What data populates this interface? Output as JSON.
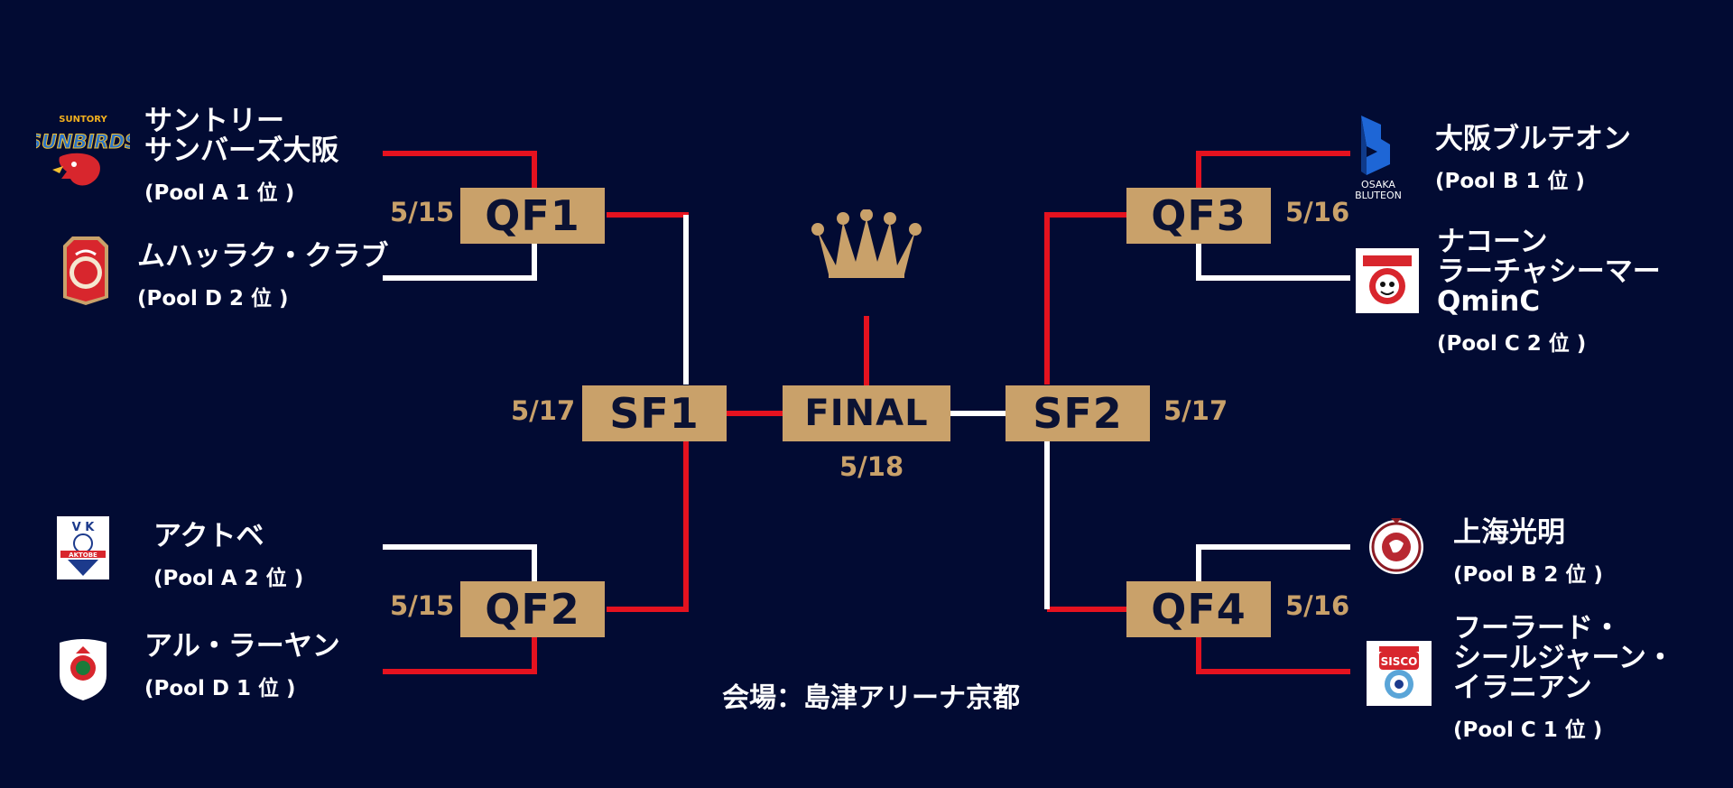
{
  "colors": {
    "background": "#020b33",
    "gold": "#c9a16a",
    "red": "#e5121f",
    "white": "#ffffff"
  },
  "matches": {
    "qf1": {
      "label": "QF1",
      "date": "5/15"
    },
    "qf2": {
      "label": "QF2",
      "date": "5/15"
    },
    "qf3": {
      "label": "QF3",
      "date": "5/16"
    },
    "qf4": {
      "label": "QF4",
      "date": "5/16"
    },
    "sf1": {
      "label": "SF1",
      "date": "5/17"
    },
    "sf2": {
      "label": "SF2",
      "date": "5/17"
    },
    "final": {
      "label": "FINAL",
      "date": "5/18"
    }
  },
  "teams": {
    "suntory": {
      "name": "サントリー\nサンバーズ大阪",
      "pool": "(Pool A 1 位 )",
      "logo_text": "SUNTORY",
      "logo_text2": "SUNBIRDS",
      "icon": "sunbirds-logo"
    },
    "mohammad": {
      "name": "ムハッラク・クラブ",
      "pool": "(Pool D 2 位 )",
      "icon": "muharraq-club-logo"
    },
    "aktobe": {
      "name": "アクトベ",
      "pool": "(Pool A 2 位 )",
      "logo_text": "V K",
      "logo_text2": "AKTOBE",
      "icon": "aktobe-logo"
    },
    "alrayyan": {
      "name": "アル・ラーヤン",
      "pool": "(Pool D 1 位 )",
      "icon": "al-rayyan-logo"
    },
    "bluteon": {
      "name": "大阪ブルテオン",
      "pool": "(Pool B 1 位 )",
      "logo_text": "OSAKA",
      "logo_text2": "BLUTEON",
      "icon": "bluteon-logo"
    },
    "nakhon": {
      "name": "ナコーン\nラーチャシーマー\nQminC",
      "pool": "(Pool C 2 位 )",
      "icon": "nakhon-logo"
    },
    "shanghai": {
      "name": "上海光明",
      "pool": "(Pool B 2 位 )",
      "icon": "shanghai-logo"
    },
    "foolad": {
      "name": "フーラード・\nシールジャーン・\nイラニアン",
      "pool": "(Pool C 1 位 )",
      "logo_text": "SISCO",
      "icon": "sisco-logo"
    }
  },
  "trophy_icon": "crown-icon",
  "venue": "会場：島津アリーナ京都"
}
